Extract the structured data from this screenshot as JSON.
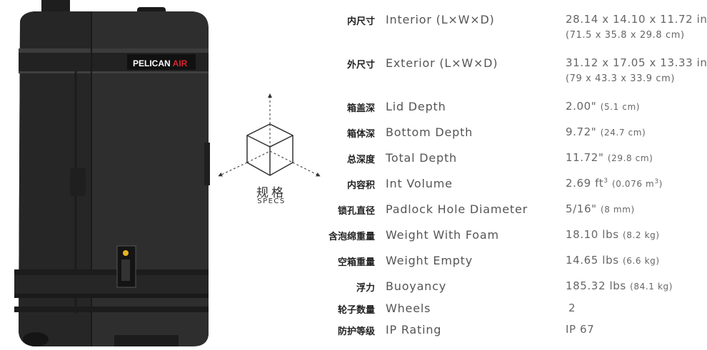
{
  "product": {
    "brand_logo_text": "PELICAN AIR",
    "brand_word": "PELICAN",
    "brand_suffix": "AIR",
    "colors": {
      "case": "#2f2f2f",
      "case_dark": "#1b1b1b",
      "logo_red": "#d4262b",
      "text_dark": "#222222",
      "text_gray": "#666666"
    }
  },
  "specs_badge": {
    "cn": "规格",
    "en": "SPECS"
  },
  "specs": [
    {
      "cn": "内尺寸",
      "en": "Interior (L×W×D)",
      "value": "28.14 x 14.10 x 11.72 in",
      "sub": "(71.5 x 35.8 x 29.8 cm)"
    },
    {
      "cn": "外尺寸",
      "en": "Exterior (L×W×D)",
      "value": "31.12 x 17.05 x 13.33 in",
      "sub": "(79 x 43.3 x 33.9 cm)"
    },
    {
      "cn": "箱盖深",
      "en": "Lid Depth",
      "value": "2.00\"",
      "metric": "(5.1 cm)"
    },
    {
      "cn": "箱体深",
      "en": "Bottom Depth",
      "value": "9.72\"",
      "metric": "(24.7 cm)"
    },
    {
      "cn": "总深度",
      "en": "Total Depth",
      "value": "11.72\"",
      "metric": "(29.8 cm)"
    },
    {
      "cn": "内容积",
      "en": "Int Volume",
      "value": "2.69 ft",
      "value_sup": "3",
      "metric": "(0.076 m",
      "metric_sup": "3",
      "metric_close": ")"
    },
    {
      "cn": "锁孔直径",
      "en": "Padlock Hole Diameter",
      "value": "5/16\"",
      "metric": "(8 mm)"
    },
    {
      "cn": "含泡绵重量",
      "en": "Weight With Foam",
      "value": "18.10 lbs",
      "metric": "(8.2 kg)"
    },
    {
      "cn": "空箱重量",
      "en": "Weight Empty",
      "value": "14.65 lbs",
      "metric": "(6.6 kg)"
    },
    {
      "cn": "浮力",
      "en": "Buoyancy",
      "value": "185.32 lbs",
      "metric": "(84.1 kg)"
    },
    {
      "cn": "轮子数量",
      "en": "Wheels",
      "value": "2"
    },
    {
      "cn": "防护等级",
      "en": "IP Rating",
      "value": "IP 67"
    }
  ]
}
